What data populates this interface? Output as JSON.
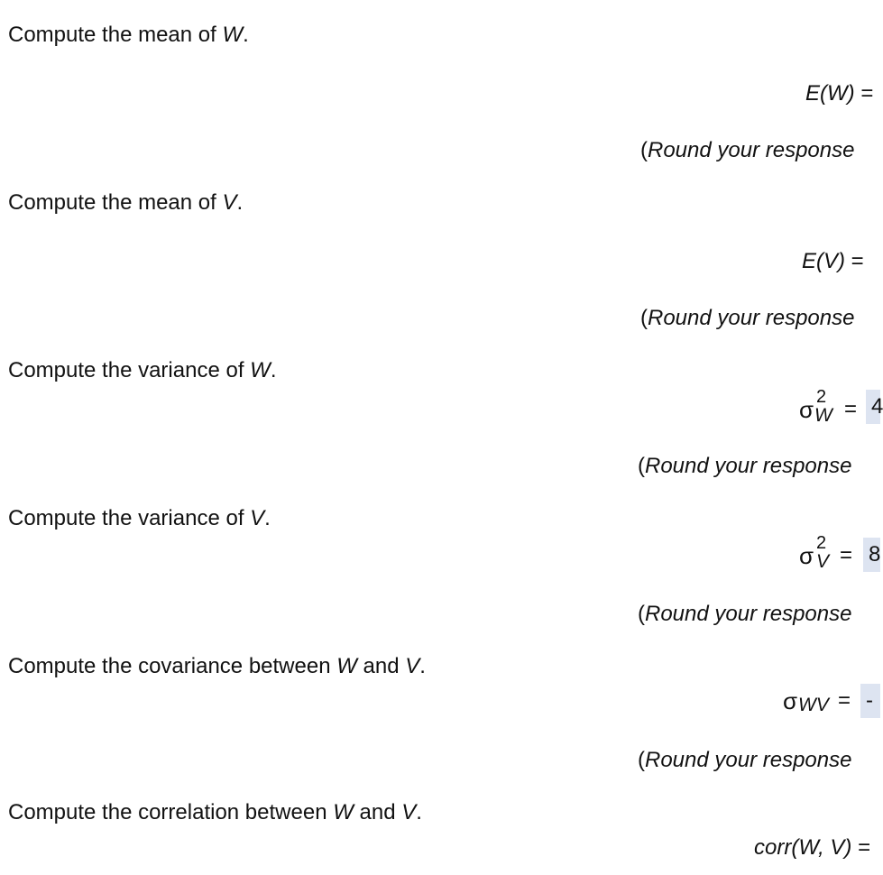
{
  "questions": [
    {
      "prefix": "Compute the mean of ",
      "var": "W",
      "suffix": "."
    },
    {
      "prefix": "Compute the mean of ",
      "var": "V",
      "suffix": "."
    },
    {
      "prefix": "Compute the variance of ",
      "var": "W",
      "suffix": "."
    },
    {
      "prefix": "Compute the variance of ",
      "var": "V",
      "suffix": "."
    },
    {
      "prefix": "Compute the covariance between ",
      "var": "W",
      "mid": " and ",
      "var2": "V",
      "suffix": "."
    },
    {
      "prefix": "Compute the correlation between ",
      "var": "W",
      "mid": " and ",
      "var2": "V",
      "suffix": "."
    }
  ],
  "equations": {
    "mean_w": {
      "lhs": "E(W)",
      "eq": " ="
    },
    "mean_v": {
      "lhs": "E(V)",
      "eq": " ="
    },
    "var_w": {
      "sigma": "σ",
      "sup": "2",
      "sub": "W",
      "eq": "=",
      "value": "4"
    },
    "var_v": {
      "sigma": "σ",
      "sup": "2",
      "sub": "V",
      "eq": "=",
      "value": "8"
    },
    "cov_wv": {
      "sigma": "σ",
      "sub": "WV",
      "eq": "=",
      "value": "-"
    },
    "corr_wv": {
      "lhs": "corr(W, V)",
      "eq": " ="
    }
  },
  "round_note": {
    "open": "(",
    "text": "Round your response"
  }
}
